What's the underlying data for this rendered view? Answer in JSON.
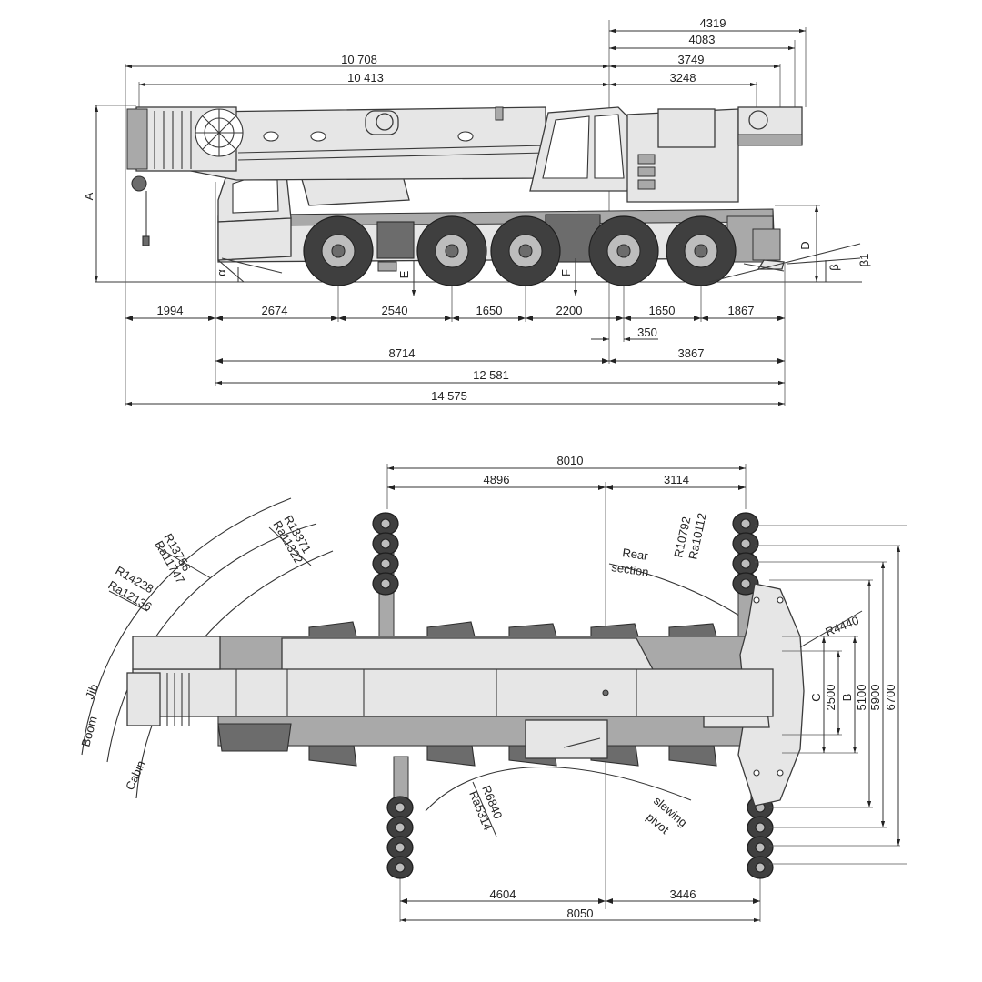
{
  "side_view": {
    "top_dims": [
      "4319",
      "4083",
      "3749",
      "3248",
      "10 708",
      "10 413"
    ],
    "bottom_row": [
      "1994",
      "2674",
      "2540",
      "1650",
      "2200",
      "1650",
      "1867"
    ],
    "pivot_offset": "350",
    "rows": [
      "8714",
      "3867",
      "12 581",
      "14 575"
    ],
    "height_labels": {
      "A": "A",
      "D": "D",
      "E": "E",
      "F": "F"
    },
    "angle_labels": {
      "alpha": "α",
      "beta": "β",
      "beta1": "β1"
    }
  },
  "top_view": {
    "top_dims": [
      "8010",
      "4896",
      "3114"
    ],
    "bottom_dims": [
      "4604",
      "3446",
      "8050"
    ],
    "radii": {
      "r1": "R13756",
      "r1a": "Ra11747",
      "r2": "R13371",
      "r2a": "Ra11322",
      "r3": "R14228",
      "r3a": "Ra12136",
      "r4": "R10792",
      "r4a": "Ra10112",
      "r5": "R4440",
      "r6": "R6840",
      "r6a": "Ra5314"
    },
    "arc_labels": {
      "jib": "Jib",
      "boom": "Boom",
      "cabin": "Cabin",
      "rear": "Rear",
      "section": "section",
      "slewing": "slewing",
      "pivot": "pivot"
    },
    "widths": {
      "c": "C",
      "w2500": "2500",
      "b": "B",
      "w5100": "5100",
      "w5900": "5900",
      "w6700": "6700"
    }
  }
}
